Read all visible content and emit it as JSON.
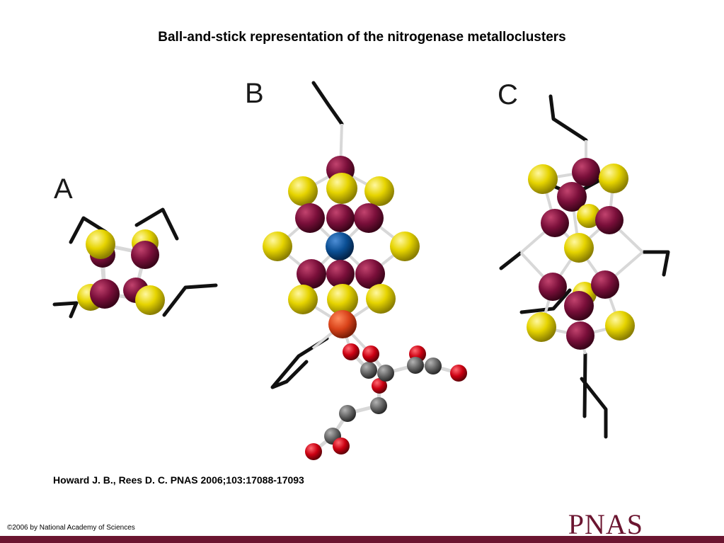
{
  "title": "Ball-and-stick representation of the nitrogenase metalloclusters",
  "panels": [
    {
      "label": "A"
    },
    {
      "label": "B"
    },
    {
      "label": "C"
    }
  ],
  "citation": "Howard J. B., Rees D. C. PNAS 2006;103:17088-17093",
  "copyright": "©2006 by National Academy of Sciences",
  "journal_logo": "PNAS",
  "colors": {
    "iron": "#7a0f3a",
    "sulfur": "#e6d400",
    "central_atom": "#0b4f94",
    "molybdenum": "#d9431a",
    "oxygen": "#cc0012",
    "carbon": "#666666",
    "ligand": "#111111",
    "bond": "#d8d8d8",
    "brand": "#6b1530"
  }
}
